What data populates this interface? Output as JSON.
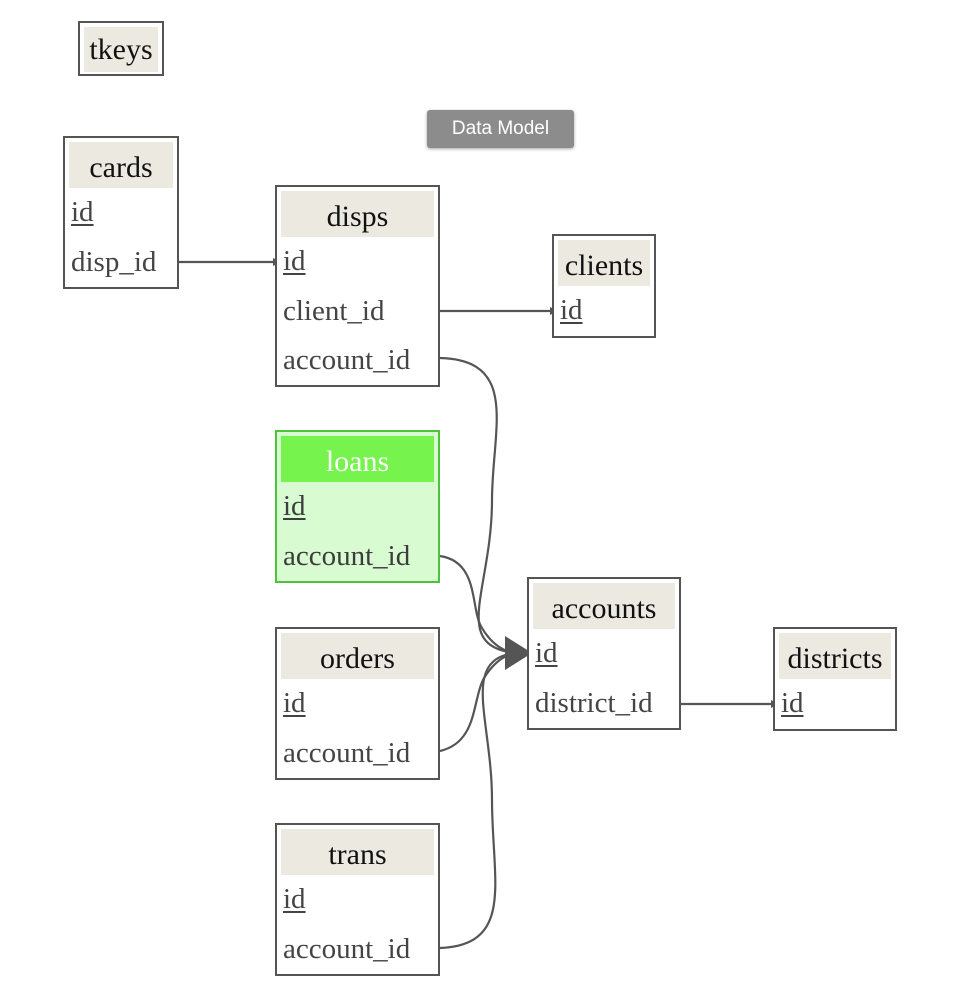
{
  "badge": {
    "label": "Data Model"
  },
  "colors": {
    "header_fill": "#ece9e0",
    "border": "#555555",
    "edge": "#555555",
    "highlight_header": "#76f44d",
    "highlight_body": "#d8fbd2",
    "highlight_border": "#4cc33a"
  },
  "tables": {
    "tkeys": {
      "title": "tkeys"
    },
    "cards": {
      "title": "cards",
      "fields": [
        "id",
        "disp_id"
      ]
    },
    "disps": {
      "title": "disps",
      "fields": [
        "id",
        "client_id",
        "account_id"
      ]
    },
    "clients": {
      "title": "clients",
      "fields": [
        "id"
      ]
    },
    "loans": {
      "title": "loans",
      "fields": [
        "id",
        "account_id"
      ]
    },
    "orders": {
      "title": "orders",
      "fields": [
        "id",
        "account_id"
      ]
    },
    "trans": {
      "title": "trans",
      "fields": [
        "id",
        "account_id"
      ]
    },
    "accounts": {
      "title": "accounts",
      "fields": [
        "id",
        "district_id"
      ]
    },
    "districts": {
      "title": "districts",
      "fields": [
        "id"
      ]
    }
  },
  "relations": [
    {
      "from": "cards.disp_id",
      "to": "disps.id"
    },
    {
      "from": "disps.client_id",
      "to": "clients.id"
    },
    {
      "from": "disps.account_id",
      "to": "accounts.id"
    },
    {
      "from": "loans.account_id",
      "to": "accounts.id"
    },
    {
      "from": "orders.account_id",
      "to": "accounts.id"
    },
    {
      "from": "trans.account_id",
      "to": "accounts.id"
    },
    {
      "from": "accounts.district_id",
      "to": "districts.id"
    }
  ]
}
